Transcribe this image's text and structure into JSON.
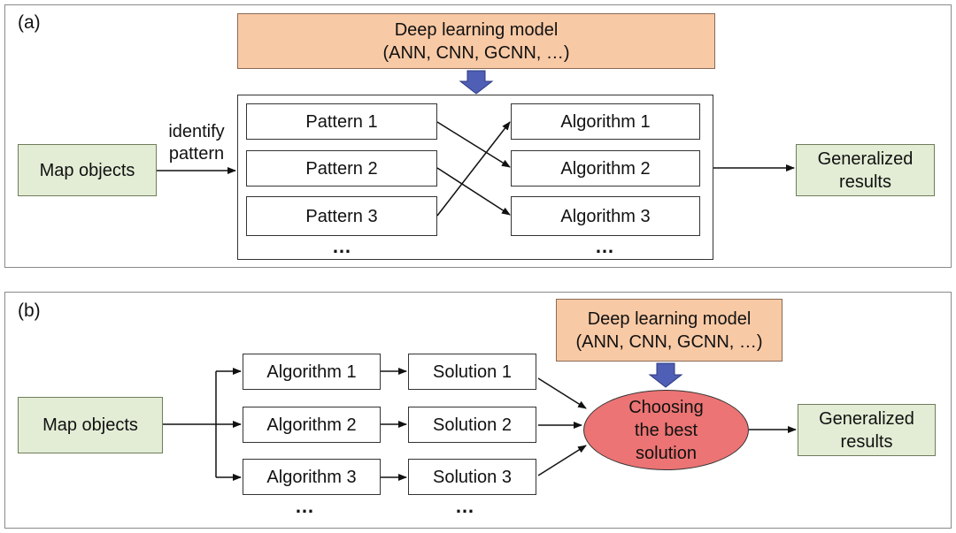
{
  "panel_a": {
    "label": "(a)",
    "model": {
      "line1": "Deep learning model",
      "line2": "(ANN, CNN, GCNN, …)"
    },
    "input": "Map objects",
    "identify": {
      "line1": "identify",
      "line2": "pattern"
    },
    "patterns": [
      "Pattern 1",
      "Pattern 2",
      "Pattern 3"
    ],
    "algorithms": [
      "Algorithm 1",
      "Algorithm 2",
      "Algorithm 3"
    ],
    "ellipsis": "…",
    "output": {
      "line1": "Generalized",
      "line2": "results"
    }
  },
  "panel_b": {
    "label": "(b)",
    "model": {
      "line1": "Deep learning model",
      "line2": "(ANN, CNN, GCNN, …)"
    },
    "input": "Map objects",
    "algorithms": [
      "Algorithm 1",
      "Algorithm 2",
      "Algorithm 3"
    ],
    "solutions": [
      "Solution 1",
      "Solution 2",
      "Solution 3"
    ],
    "ellipsis": "…",
    "choose": {
      "line1": "Choosing",
      "line2": "the best",
      "line3": "solution"
    },
    "output": {
      "line1": "Generalized",
      "line2": "results"
    }
  },
  "colors": {
    "green_box": "#e3edd5",
    "orange_box": "#f8c9a5",
    "ellipse": "#ec7474",
    "block_arrow": "#4f5fb5"
  }
}
